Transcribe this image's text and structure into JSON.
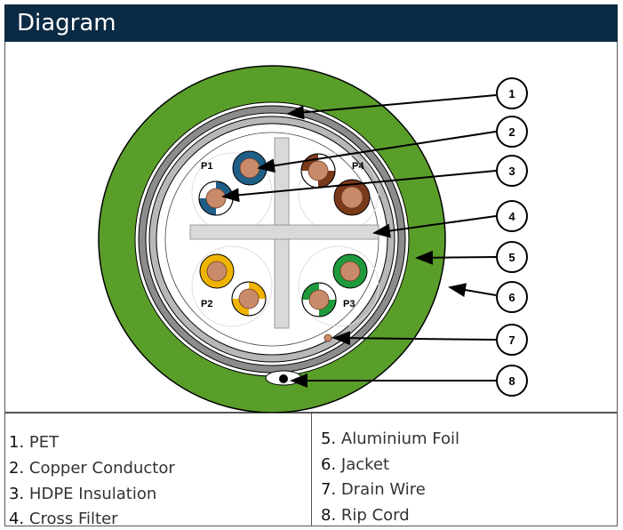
{
  "header": {
    "title": "Diagram"
  },
  "colors": {
    "header_bg": "#0b2a44",
    "jacket": "#5a9e2a",
    "foil": "#8c8c8c",
    "blue": "#1d5f87",
    "brown": "#7a3a1a",
    "orange": "#f0b400",
    "green": "#1f9a3c",
    "copper": "#c98a6a"
  },
  "diagram": {
    "pairs": [
      {
        "label": "P1",
        "color": "blue"
      },
      {
        "label": "P4",
        "color": "brown"
      },
      {
        "label": "P2",
        "color": "orange"
      },
      {
        "label": "P3",
        "color": "green"
      }
    ],
    "callouts": [
      "1",
      "2",
      "3",
      "4",
      "5",
      "6",
      "7",
      "8"
    ]
  },
  "legend": {
    "left": [
      {
        "num": "1.",
        "text": "PET"
      },
      {
        "num": "2.",
        "text": "Copper Conductor"
      },
      {
        "num": "3.",
        "text": "HDPE Insulation"
      },
      {
        "num": "4.",
        "text": "Cross Filter"
      }
    ],
    "right": [
      {
        "num": "5.",
        "text": "Aluminium Foil"
      },
      {
        "num": "6.",
        "text": "Jacket"
      },
      {
        "num": "7.",
        "text": "Drain Wire"
      },
      {
        "num": "8.",
        "text": "Rip Cord"
      }
    ]
  }
}
